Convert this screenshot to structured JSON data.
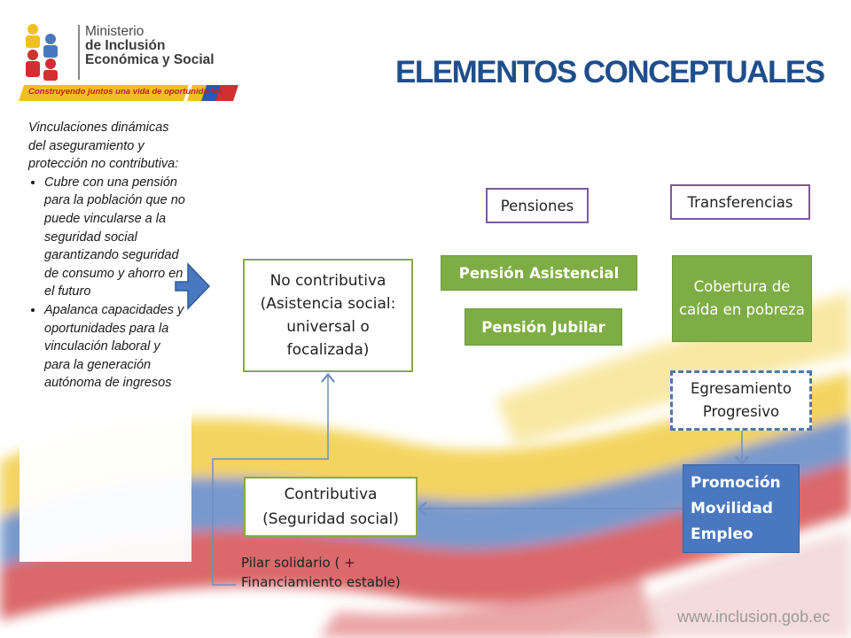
{
  "header": {
    "logo_line1": "Ministerio",
    "logo_line2": "de Inclusión",
    "logo_line3": "Económica y Social",
    "tagline": "Construyendo juntos una vida de oportunidades",
    "title": "ELEMENTOS CONCEPTUALES"
  },
  "sidebar": {
    "intro": "Vinculaciones dinámicas del aseguramiento y protección no contributiva:",
    "bullets": [
      "Cubre con una pensión para la población que no puede vincularse a la seguridad social garantizando seguridad de consumo y ahorro en el futuro",
      "Apalanca capacidades y oportunidades para la vinculación laboral y para la generación autónoma de ingresos"
    ]
  },
  "diagram": {
    "no_contributiva": "No contributiva (Asistencia social: universal o focalizada)",
    "pensiones": "Pensiones",
    "transferencias": "Transferencias",
    "pension_asistencial": "Pensión Asistencial",
    "pension_jubilar": "Pensión Jubilar",
    "cobertura": "Cobertura de caída en pobreza",
    "egresamiento": "Egresamiento Progresivo",
    "promocion": "Promoción Movilidad Empleo",
    "contributiva": "Contributiva (Seguridad social)",
    "pilar": "Pilar solidario ( + Financiamiento estable)"
  },
  "footer": {
    "url": "www.inclusion.gob.ec"
  },
  "colors": {
    "title": "#1f4e8c",
    "green_box": "#7fad45",
    "blue_box": "#4a78c0",
    "purple_border": "#7a5a9e",
    "dashed_border": "#4a78b0"
  }
}
